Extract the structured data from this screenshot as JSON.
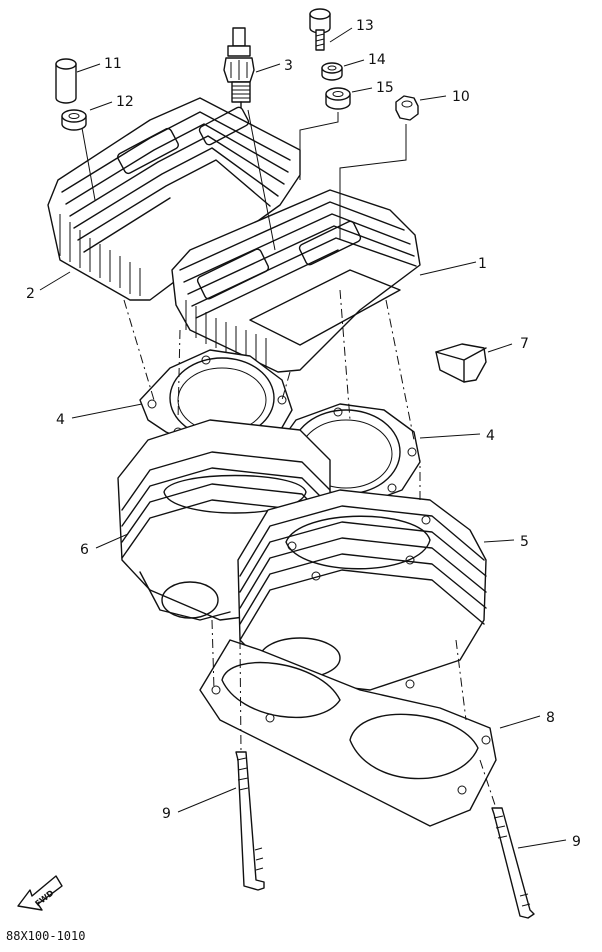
{
  "diagram": {
    "drawing_code": "88X100-1010",
    "fwd_label": "FWD",
    "callouts": [
      {
        "id": "c1",
        "label": "1"
      },
      {
        "id": "c2",
        "label": "2"
      },
      {
        "id": "c3",
        "label": "3"
      },
      {
        "id": "c4a",
        "label": "4"
      },
      {
        "id": "c4b",
        "label": "4"
      },
      {
        "id": "c5",
        "label": "5"
      },
      {
        "id": "c6",
        "label": "6"
      },
      {
        "id": "c7",
        "label": "7"
      },
      {
        "id": "c8",
        "label": "8"
      },
      {
        "id": "c9a",
        "label": "9"
      },
      {
        "id": "c9b",
        "label": "9"
      },
      {
        "id": "c10",
        "label": "10"
      },
      {
        "id": "c11",
        "label": "11"
      },
      {
        "id": "c12",
        "label": "12"
      },
      {
        "id": "c13",
        "label": "13"
      },
      {
        "id": "c14",
        "label": "14"
      },
      {
        "id": "c15",
        "label": "15"
      }
    ]
  }
}
